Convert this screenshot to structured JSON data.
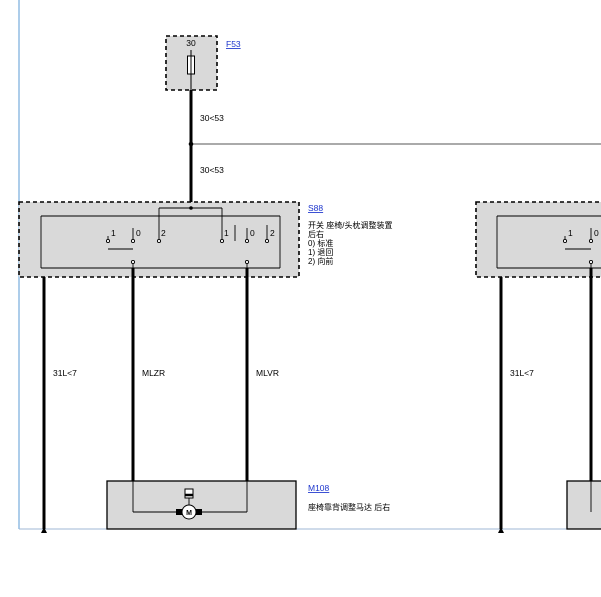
{
  "fuse": {
    "terminal": "30",
    "link": "F53"
  },
  "wires": {
    "supply_upper": "30<53",
    "supply_lower": "30<53",
    "ground_left": "31L<7",
    "motor_a": "MLZR",
    "motor_b": "MLVR",
    "ground_right": "31L<7"
  },
  "switch": {
    "link": "S88",
    "title": "开关 座椅/头枕调整装置",
    "subtitle": "后右",
    "positions": [
      "0) 标准",
      "1) 退回",
      "2) 向前"
    ],
    "contact_labels": [
      "1",
      "0",
      "2",
      "1",
      "0",
      "2"
    ],
    "right_contact_labels": [
      "1",
      "0"
    ]
  },
  "motor": {
    "link": "M108",
    "description": "座椅靠背调整马达 后右",
    "symbol": "M"
  },
  "colors": {
    "component_fill": "#d9d9d9",
    "link": "#1a33cc",
    "wire": "#000000",
    "frame": "#5b9bd5"
  }
}
